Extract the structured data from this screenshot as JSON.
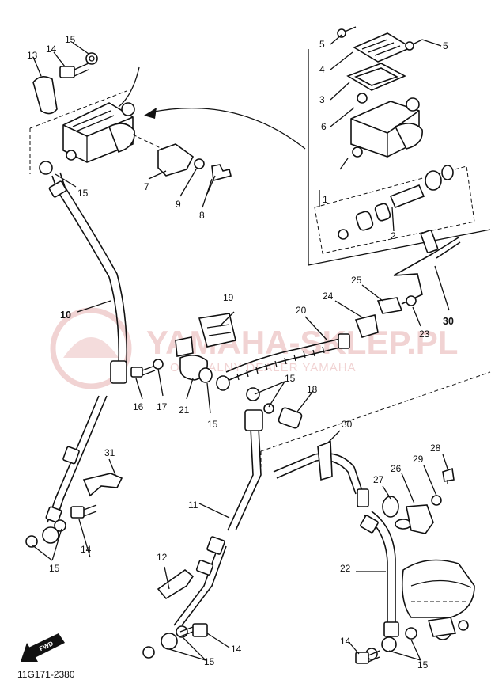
{
  "drawing_code": "11G171-2380",
  "fwd_label": "FWD",
  "watermark": {
    "brand": "YAMAHA-SKLEP.PL",
    "subtitle": "OFICJALNY DEALER YAMAHA"
  },
  "callouts": [
    {
      "id": "c-1",
      "text": "1"
    },
    {
      "id": "c-2",
      "text": "2"
    },
    {
      "id": "c-3",
      "text": "3"
    },
    {
      "id": "c-4",
      "text": "4"
    },
    {
      "id": "c-5a",
      "text": "5"
    },
    {
      "id": "c-5b",
      "text": "5"
    },
    {
      "id": "c-6",
      "text": "6"
    },
    {
      "id": "c-7",
      "text": "7"
    },
    {
      "id": "c-8",
      "text": "8"
    },
    {
      "id": "c-9",
      "text": "9"
    },
    {
      "id": "c-10",
      "text": "10"
    },
    {
      "id": "c-11",
      "text": "11"
    },
    {
      "id": "c-12",
      "text": "12"
    },
    {
      "id": "c-13",
      "text": "13"
    },
    {
      "id": "c-14a",
      "text": "14"
    },
    {
      "id": "c-14b",
      "text": "14"
    },
    {
      "id": "c-14c",
      "text": "14"
    },
    {
      "id": "c-14d",
      "text": "14"
    },
    {
      "id": "c-15a",
      "text": "15"
    },
    {
      "id": "c-15b",
      "text": "15"
    },
    {
      "id": "c-15c",
      "text": "15"
    },
    {
      "id": "c-15d",
      "text": "15"
    },
    {
      "id": "c-15e",
      "text": "15"
    },
    {
      "id": "c-15f",
      "text": "15"
    },
    {
      "id": "c-15g",
      "text": "15"
    },
    {
      "id": "c-16",
      "text": "16"
    },
    {
      "id": "c-17",
      "text": "17"
    },
    {
      "id": "c-18",
      "text": "18"
    },
    {
      "id": "c-19",
      "text": "19"
    },
    {
      "id": "c-20",
      "text": "20"
    },
    {
      "id": "c-21",
      "text": "21"
    },
    {
      "id": "c-22",
      "text": "22"
    },
    {
      "id": "c-23",
      "text": "23"
    },
    {
      "id": "c-24",
      "text": "24"
    },
    {
      "id": "c-25",
      "text": "25"
    },
    {
      "id": "c-26",
      "text": "26"
    },
    {
      "id": "c-27",
      "text": "27"
    },
    {
      "id": "c-28",
      "text": "28"
    },
    {
      "id": "c-29",
      "text": "29"
    },
    {
      "id": "c-30a",
      "text": "30"
    },
    {
      "id": "c-30b",
      "text": "30"
    },
    {
      "id": "c-31",
      "text": "31"
    }
  ],
  "colors": {
    "ink": "#111111",
    "paper": "#ffffff",
    "watermark": "#f1d3d3"
  }
}
